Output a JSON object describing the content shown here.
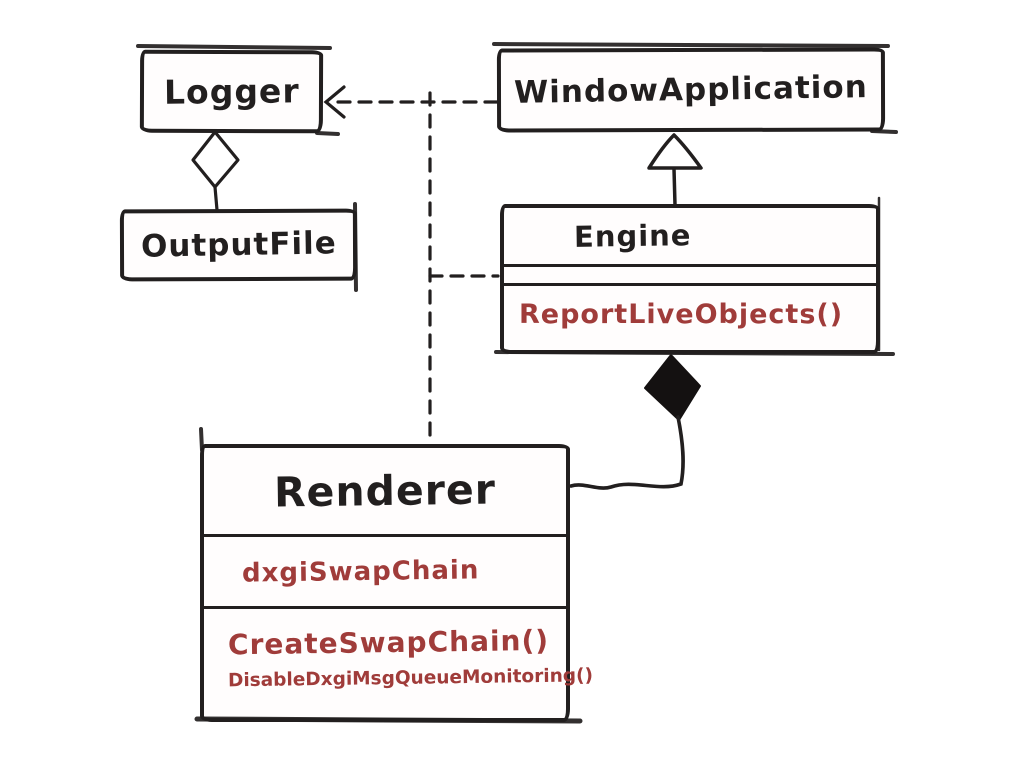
{
  "diagram": {
    "kind": "uml-class-diagram",
    "style": "hand-drawn-marker-sketch",
    "background": "#ffffff"
  },
  "palette": {
    "ink": "#221f1f",
    "member_ink": "#a03c3a",
    "box_fill": "#fffdfd"
  },
  "classes": {
    "logger": {
      "name": "Logger"
    },
    "window_application": {
      "name": "WindowApplication"
    },
    "output_file": {
      "name": "OutputFile"
    },
    "engine": {
      "name": "Engine",
      "attributes": [],
      "methods": [
        "ReportLiveObjects()"
      ]
    },
    "renderer": {
      "name": "Renderer",
      "attributes": [
        "dxgiSwapChain"
      ],
      "methods": [
        "CreateSwapChain()",
        "DisableDxgiMsgQueueMonitoring()"
      ]
    }
  },
  "relationships": [
    {
      "type": "dependency",
      "style": "dashed-open-arrow",
      "from": "WindowApplication",
      "to": "Logger"
    },
    {
      "type": "dependency",
      "style": "dashed-branch",
      "from": "trunk",
      "to": "Engine"
    },
    {
      "type": "dependency",
      "style": "dashed-trunk",
      "from": "trunk",
      "to": "Renderer"
    },
    {
      "type": "aggregation",
      "style": "open-diamond",
      "whole": "Logger",
      "part": "OutputFile"
    },
    {
      "type": "inheritance",
      "style": "hollow-triangle",
      "parent": "WindowApplication",
      "child": "Engine"
    },
    {
      "type": "composition",
      "style": "filled-diamond",
      "whole": "Engine",
      "part": "Renderer"
    }
  ]
}
